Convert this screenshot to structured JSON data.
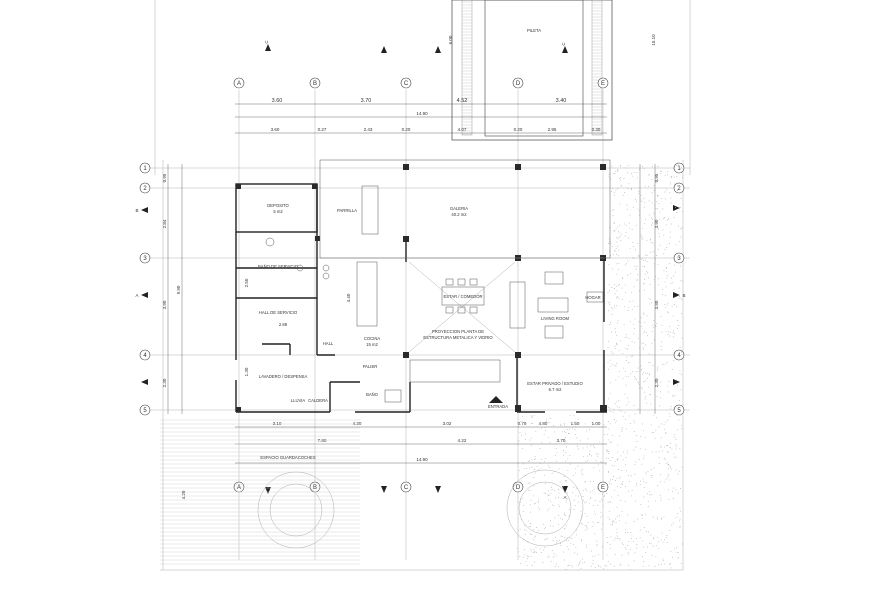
{
  "plan": {
    "axes_cols": [
      "A",
      "B",
      "C",
      "D",
      "E"
    ],
    "axes_rows": [
      "1",
      "2",
      "3",
      "4",
      "5"
    ],
    "pool_label": "PILETA",
    "rooms": {
      "deposito": "DEPOSITO",
      "deposito_area": "5 m2",
      "bano_servicio": "BAÑO DE SERVICIO",
      "hall_servicio": "HALL DE SERVICIO",
      "lavadero": "LAVADERO / DESPENSA",
      "lluvia": "LLUVIA",
      "caldera": "CALDERA",
      "bano": "BAÑO",
      "palier": "PALIER",
      "cocina": "COCINA",
      "cocina_area": "15 m2",
      "estar_comedor": "ESTAR / COMEDOR",
      "living": "LIVING ROOM",
      "galeria": "GALERIA",
      "galeria_area": "40.2 m2",
      "estar_privado": "ESTAR PRIVADO / ESTUDIO",
      "estar_privado_area": "6.7 m2",
      "proyeccion_1": "PROYECCION PLANTA DE",
      "proyeccion_2": "ESTRUCTURA METALICA Y VIDRIO",
      "entrada": "ENTRADA",
      "espacio_guardacoches": "ESPACIO GUARDACOCHES",
      "hall": "HALL",
      "parrilla": "PARRILLA",
      "hogar": "HOGAR"
    },
    "dims_top_main": [
      "3.60",
      "3.70",
      "4.52",
      "3.40"
    ],
    "dims_top_sub": [
      "3.60",
      "0.27",
      "2.43",
      "0.20",
      "4.07",
      "0.20",
      "2.95",
      "0.30"
    ],
    "dim_top_total": "14.90",
    "dims_bottom_1": [
      "3.10",
      "4.30",
      "3.02",
      "0.70",
      "4.80",
      "1.50",
      "1.00"
    ],
    "dims_bottom_2": [
      "7.80",
      "4.22",
      "3.70"
    ],
    "dim_bottom_total": "14.90",
    "dims_left": [
      "0.95",
      "2.84",
      "3.90",
      "2.30"
    ],
    "dims_left_total": "9.90",
    "dims_right": [
      "0.95",
      "3.90",
      "3.90",
      "2.30"
    ],
    "dim_pool_left": "6.00",
    "dim_pool_right": "15.10",
    "dim_kitchen": "4.40",
    "dim_hall": "2.88",
    "dim_small_1": "2.50",
    "dim_small_2": "1.30",
    "dim_guard": "4.20",
    "section_marks": [
      "C",
      "C",
      "B",
      "B",
      "A",
      "A"
    ]
  }
}
